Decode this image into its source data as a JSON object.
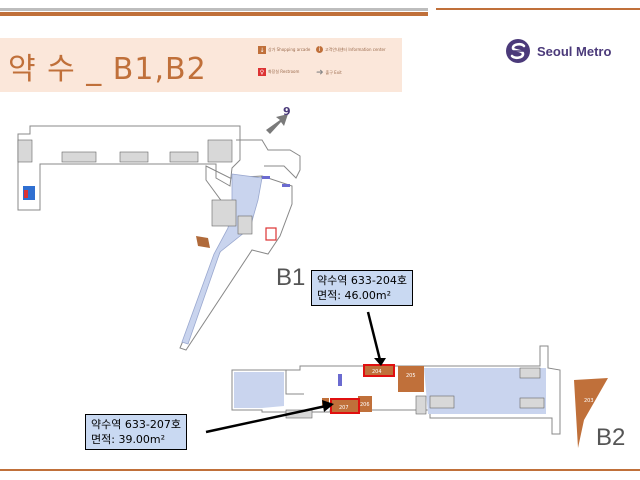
{
  "title": "약  수 _ B1,B2",
  "legend": {
    "shopping": "상가 Shopping arcade",
    "info": "고객안내센터 Information center",
    "restroom": "화장실 Restroom",
    "exit": "출구 Exit"
  },
  "logo": {
    "text": "Seoul Metro",
    "color": "#4b3a7a"
  },
  "exit_number": "9",
  "floors": {
    "b1": "B1",
    "b2": "B2"
  },
  "shops": {
    "s204": "204",
    "s205": "205",
    "s206": "206",
    "s207": "207",
    "s203": "203"
  },
  "callout_204": {
    "line1": "약수역 633-204호",
    "line2": "면적: 46.00m²"
  },
  "callout_207": {
    "line1": "약수역 633-207호",
    "line2": "면적: 39.00m²"
  },
  "colors": {
    "accent": "#c0703a",
    "platform": "#c9d4ee",
    "shop": "#c0703a",
    "highlight": "#e01010"
  }
}
